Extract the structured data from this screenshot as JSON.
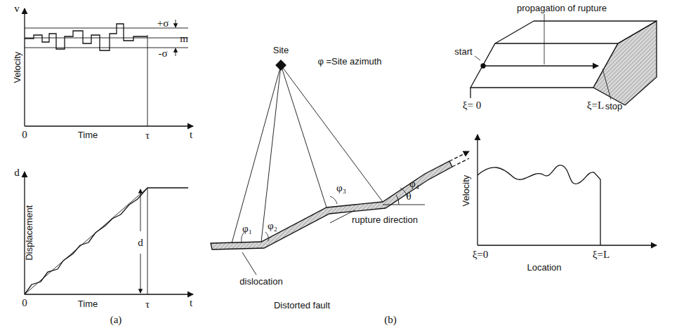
{
  "diagram": {
    "labels": [
      "v",
      "Velocity",
      "+σ",
      "m",
      "-σ",
      "0",
      "Time",
      "τ",
      "t",
      "d",
      "Displacement",
      "0",
      "Time",
      "τ",
      "t",
      "d",
      "(a)",
      "Site",
      "φ =Site azimuth",
      "φ₁",
      "φ₂",
      "φ₃",
      "φ₄",
      "θ",
      "rupture direction",
      "dislocation",
      "Distorted fault",
      "(b)",
      "propagation of rupture",
      "start",
      "stop",
      "ξ= 0",
      "ξ=L",
      "Velocity",
      "Location",
      "ξ=0",
      "ξ=L"
    ]
  }
}
